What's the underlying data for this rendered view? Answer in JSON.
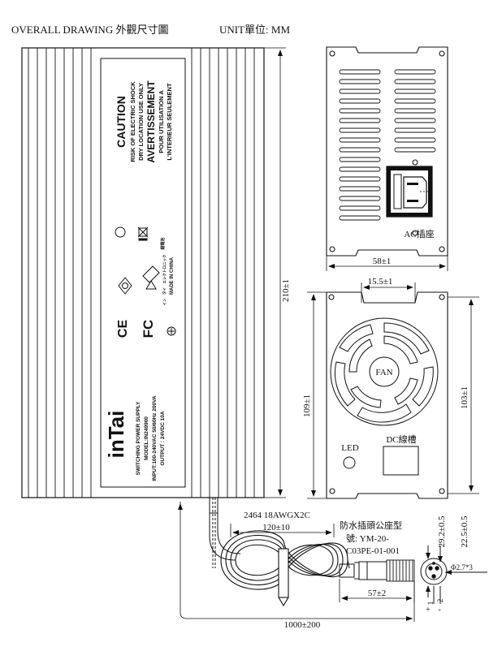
{
  "header": {
    "title": "OVERALL DRAWING 外觀尺寸圖",
    "unit": "UNIT單位: MM"
  },
  "label": {
    "caution": "CAUTION",
    "risk": "RISK OF ELECTRIC SHOCK",
    "dry": "DRY LOCATION USE ONLY",
    "avert": "AVERTISSEMENT",
    "pour": "POUR UTILISATION A",
    "interieur": "L'INTERIEUR SEULEMENT",
    "brand": "inTai",
    "product": "SWITCHING POWER SUPPLY",
    "model": "MODEL:IN249900",
    "input": "INPUT:100-240VAC 50/60Hz 200VA",
    "output": "OUTPUT : 24VDC 10A",
    "made": "MADE IN CHINA",
    "jp": "イン　タイ　エレクトロニック",
    "recycle": "鋰電池",
    "ce": "CE",
    "fc": "FC"
  },
  "dims": {
    "length": "210±1",
    "width": "58±1",
    "fan_offset": "15.5±1",
    "height_left": "109±1",
    "height_right": "103±1",
    "cable_spec": "2464 18AWGX2C",
    "cable_coil": "120±10",
    "plug_len": "57±2",
    "cable_total": "1000±200",
    "pin_a": "29.2±0.5",
    "pin_b": "22.5±0.5",
    "pin_dia": "Φ2.7*3",
    "plus": "+",
    "minus": "-",
    "pin1": "1",
    "pin2": "2"
  },
  "parts": {
    "ac_socket": "AC插座",
    "fan": "FAN",
    "led": "LED",
    "dc_cable": "DC線槽",
    "conn_l1": "防水插頭公座型",
    "conn_l2": "號: YM-20-",
    "conn_l3": "C03PE-01-001"
  }
}
